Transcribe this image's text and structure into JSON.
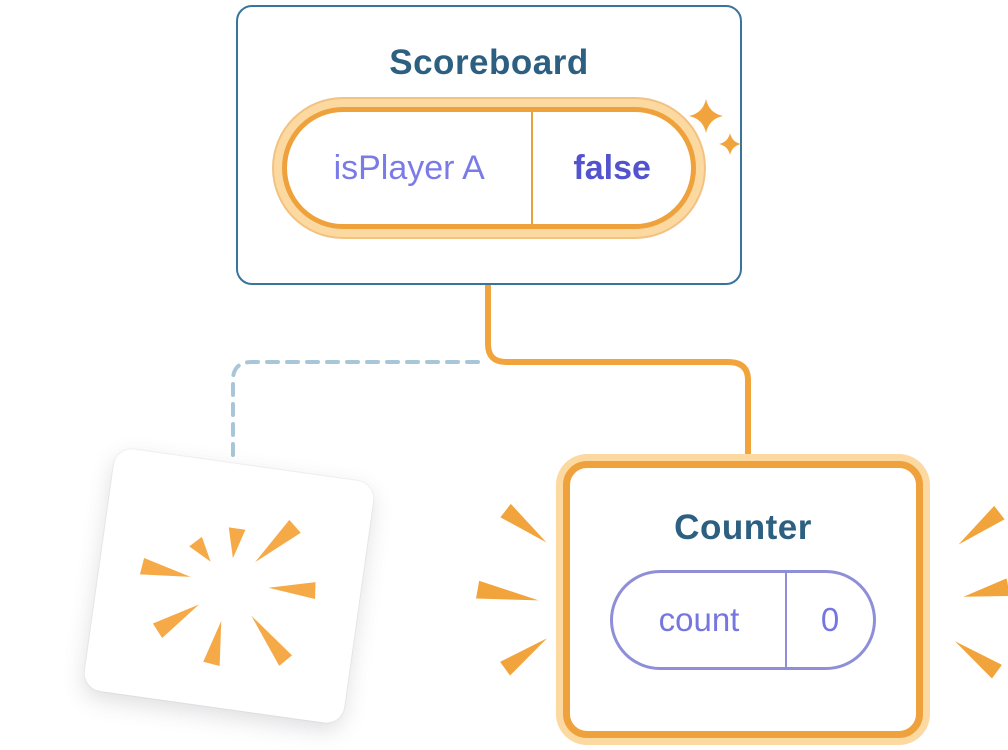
{
  "scoreboard": {
    "title": "Scoreboard",
    "state": {
      "key": "isPlayer A",
      "value": "false"
    }
  },
  "counter": {
    "title": "Counter",
    "state": {
      "key": "count",
      "value": "0"
    }
  },
  "icons": {
    "sparkle": "sparkle-icon",
    "poof": "poof-burst-icon",
    "emphasis": "emphasis-dash-icon"
  },
  "colors": {
    "orange": "#F2A43C",
    "orange_light": "#FBD9A1",
    "title_blue": "#2D5F80",
    "card_border_blue": "#38749B",
    "purple_text": "#7B7BE8",
    "purple_bold": "#5353CF",
    "pill_border_purple": "#8F8FD9",
    "dashed_line": "#A9C6D8"
  }
}
